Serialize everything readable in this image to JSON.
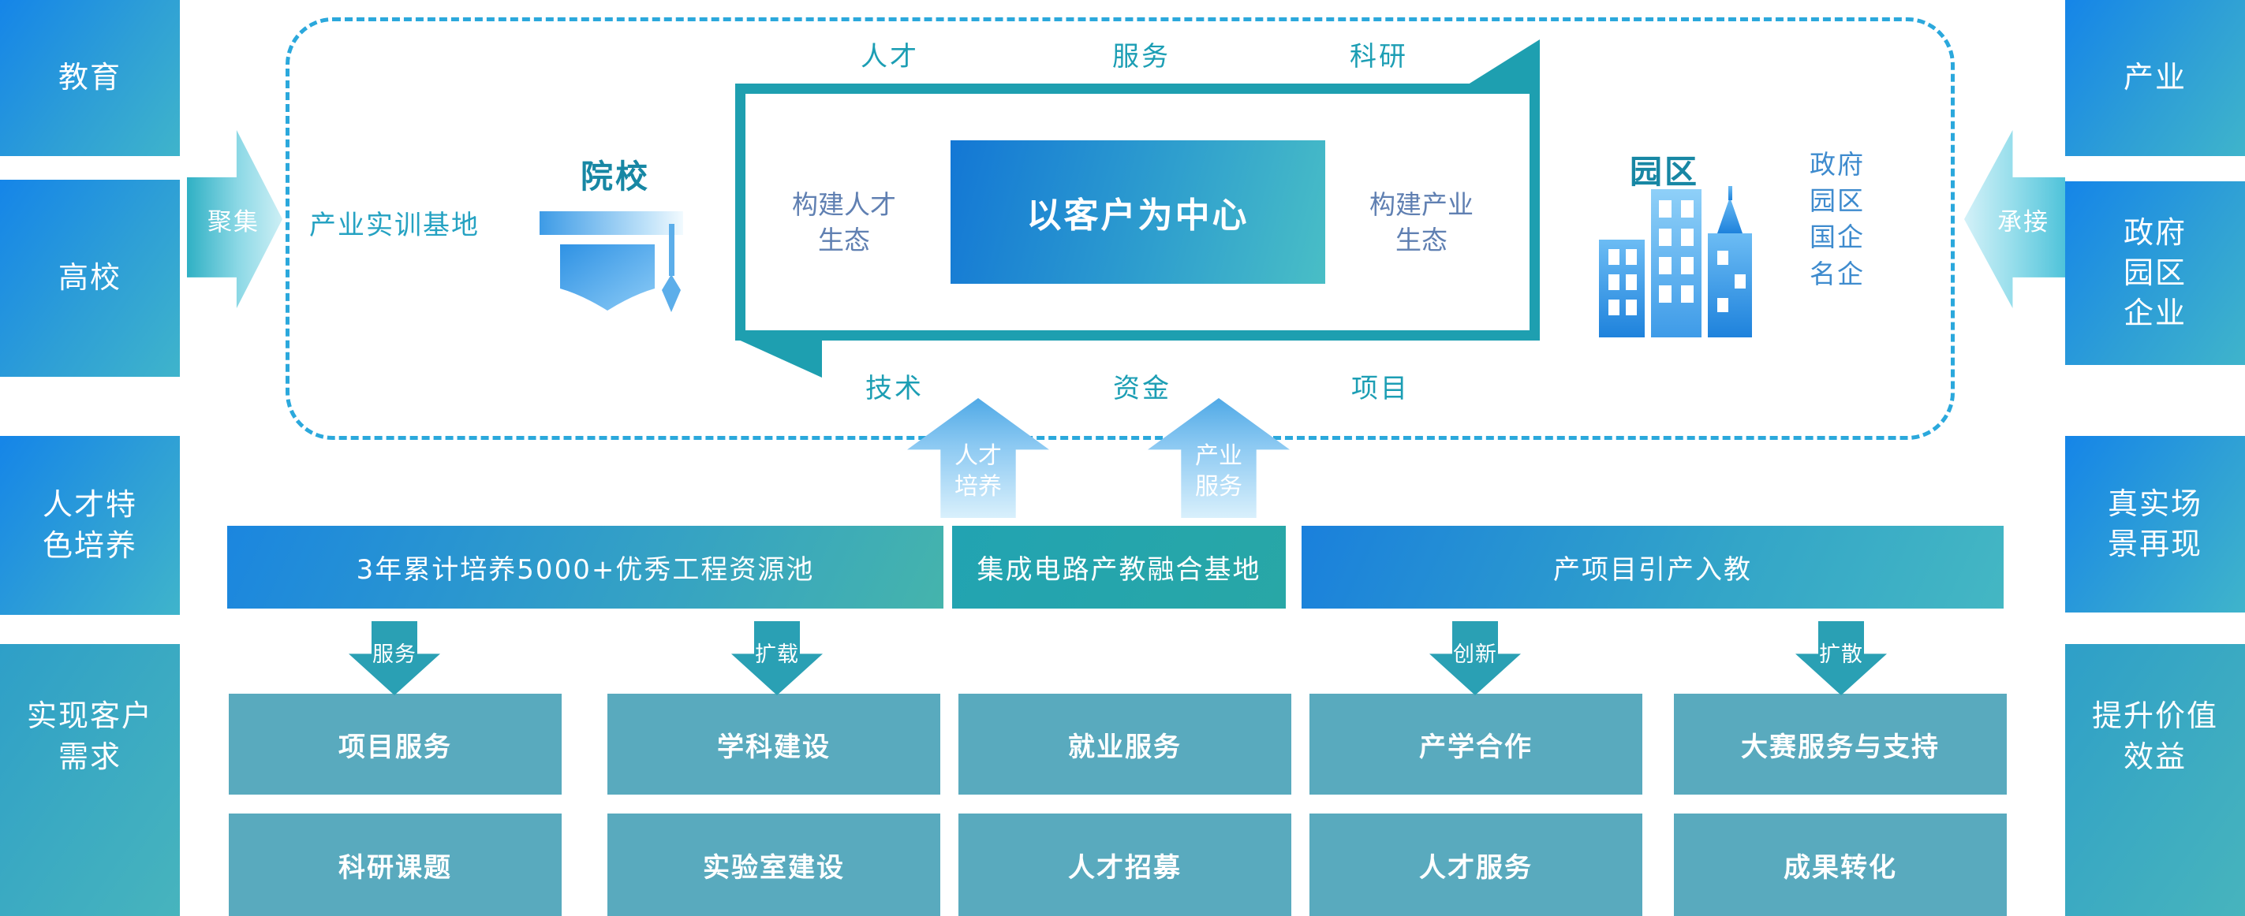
{
  "sidebar_left": [
    "教育",
    "高校",
    "人才特\n色培养",
    "实现客户\n需求"
  ],
  "sidebar_right": [
    "产业",
    "政府\n园区\n企业",
    "真实场\n景再现",
    "提升价值\n效益"
  ],
  "flow": {
    "gather": "聚集",
    "undertake": "承接"
  },
  "hub": {
    "top_labels": [
      "人才",
      "服务",
      "科研"
    ],
    "bottom_labels": [
      "技术",
      "资金",
      "项目"
    ],
    "college_title": "院校",
    "college_caption": "产业实训基地",
    "park_title": "园区",
    "park_caption": "政府\n园区\n国企\n名企",
    "left_note": "构建人才\n生态",
    "right_note": "构建产业\n生态",
    "center_slogan": "以客户为中心"
  },
  "up_arrows": [
    "人才\n培养",
    "产业\n服务"
  ],
  "bars": [
    "3年累计培养5000+优秀工程资源池",
    "集成电路产教融合基地",
    "产项目引产入教"
  ],
  "down_arrows": [
    "服务",
    "扩载",
    "创新",
    "扩散"
  ],
  "services": {
    "row1": [
      "项目服务",
      "学科建设",
      "就业服务",
      "产学合作",
      "大赛服务与支持"
    ],
    "row2": [
      "科研课题",
      "实验室建设",
      "人才招募",
      "人才服务",
      "成果转化"
    ]
  },
  "icons": {
    "college": "graduation-cap-icon",
    "park": "buildings-icon"
  },
  "colors": {
    "sidebar_blue": "#1585E8",
    "sidebar_teal": "#3FB4CB",
    "frame_dash": "#2BA8DC",
    "inner_border": "#1E9FB0",
    "bar_teal": "#21A4AC",
    "service_box": "#59AABE",
    "tick_teal": "#1C9EB4",
    "note_blue": "#6080B2",
    "caption_blue": "#3E8BCE",
    "down_arrow_teal": "#2AA0B4"
  }
}
